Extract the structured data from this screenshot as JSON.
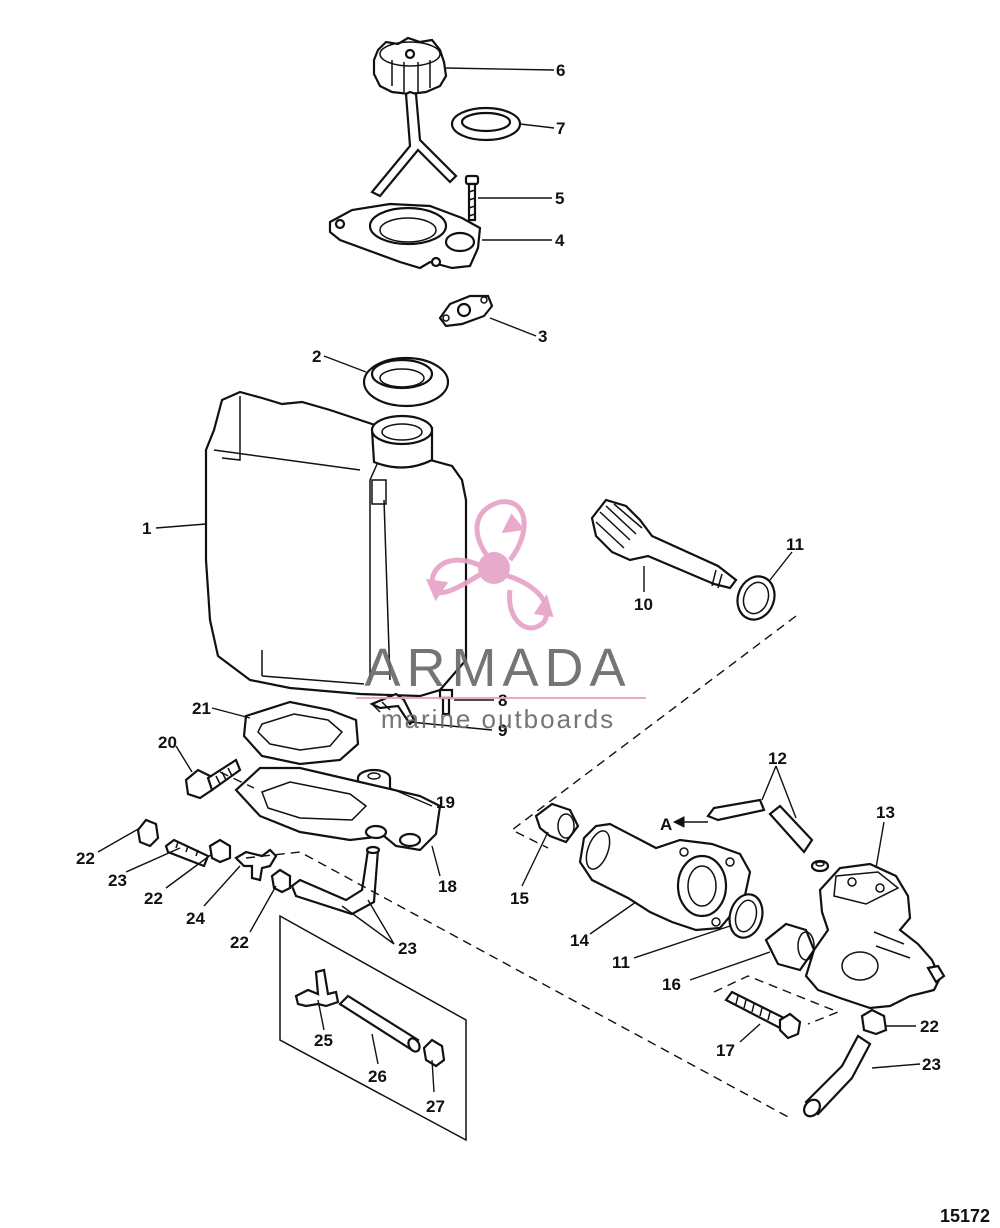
{
  "figure_number": "15172",
  "arrow_label": "A",
  "watermark": {
    "brand": "ARMADA",
    "tagline": "marine outboards",
    "color": "#e7a3c6"
  },
  "callouts": [
    {
      "id": "c6",
      "text": "6"
    },
    {
      "id": "c7",
      "text": "7"
    },
    {
      "id": "c5",
      "text": "5"
    },
    {
      "id": "c4",
      "text": "4"
    },
    {
      "id": "c3",
      "text": "3"
    },
    {
      "id": "c2",
      "text": "2"
    },
    {
      "id": "c1",
      "text": "1"
    },
    {
      "id": "c11a",
      "text": "11"
    },
    {
      "id": "c10",
      "text": "10"
    },
    {
      "id": "c8",
      "text": "8"
    },
    {
      "id": "c9",
      "text": "9"
    },
    {
      "id": "c21",
      "text": "21"
    },
    {
      "id": "c20",
      "text": "20"
    },
    {
      "id": "c19",
      "text": "19"
    },
    {
      "id": "c18",
      "text": "18"
    },
    {
      "id": "c12",
      "text": "12"
    },
    {
      "id": "c13",
      "text": "13"
    },
    {
      "id": "c15",
      "text": "15"
    },
    {
      "id": "c14",
      "text": "14"
    },
    {
      "id": "c11b",
      "text": "11"
    },
    {
      "id": "c16",
      "text": "16"
    },
    {
      "id": "c17",
      "text": "17"
    },
    {
      "id": "c22a",
      "text": "22"
    },
    {
      "id": "c23a",
      "text": "23"
    },
    {
      "id": "c22b",
      "text": "22"
    },
    {
      "id": "c24",
      "text": "24"
    },
    {
      "id": "c22c",
      "text": "22"
    },
    {
      "id": "c23b",
      "text": "23"
    },
    {
      "id": "c22d",
      "text": "22"
    },
    {
      "id": "c23c",
      "text": "23"
    },
    {
      "id": "c25",
      "text": "25"
    },
    {
      "id": "c26",
      "text": "26"
    },
    {
      "id": "c27",
      "text": "27"
    }
  ]
}
